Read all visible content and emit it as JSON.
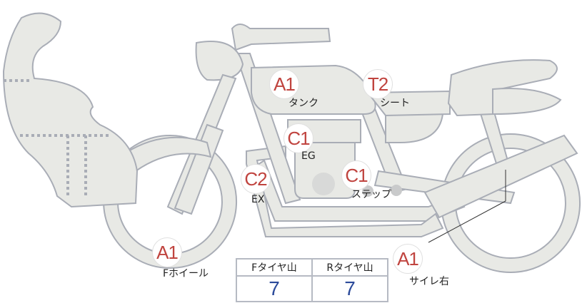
{
  "colors": {
    "body": "#e8e9e5",
    "outline": "#a9adb6",
    "rating": "#c0443f",
    "tread": "#2b4a9a"
  },
  "parts": [
    {
      "grade": "A1",
      "label": "タンク"
    },
    {
      "grade": "T2",
      "label": "シート"
    },
    {
      "grade": "C1",
      "label": "EG"
    },
    {
      "grade": "C2",
      "label": "EX"
    },
    {
      "grade": "C1",
      "label": "ステップ"
    },
    {
      "grade": "A1",
      "label": "Fホイール"
    },
    {
      "grade": "A1",
      "label": "サイレ右"
    }
  ],
  "tread_table": {
    "headers": [
      "Fタイヤ山",
      "Rタイヤ山"
    ],
    "values": [
      "7",
      "7"
    ]
  }
}
